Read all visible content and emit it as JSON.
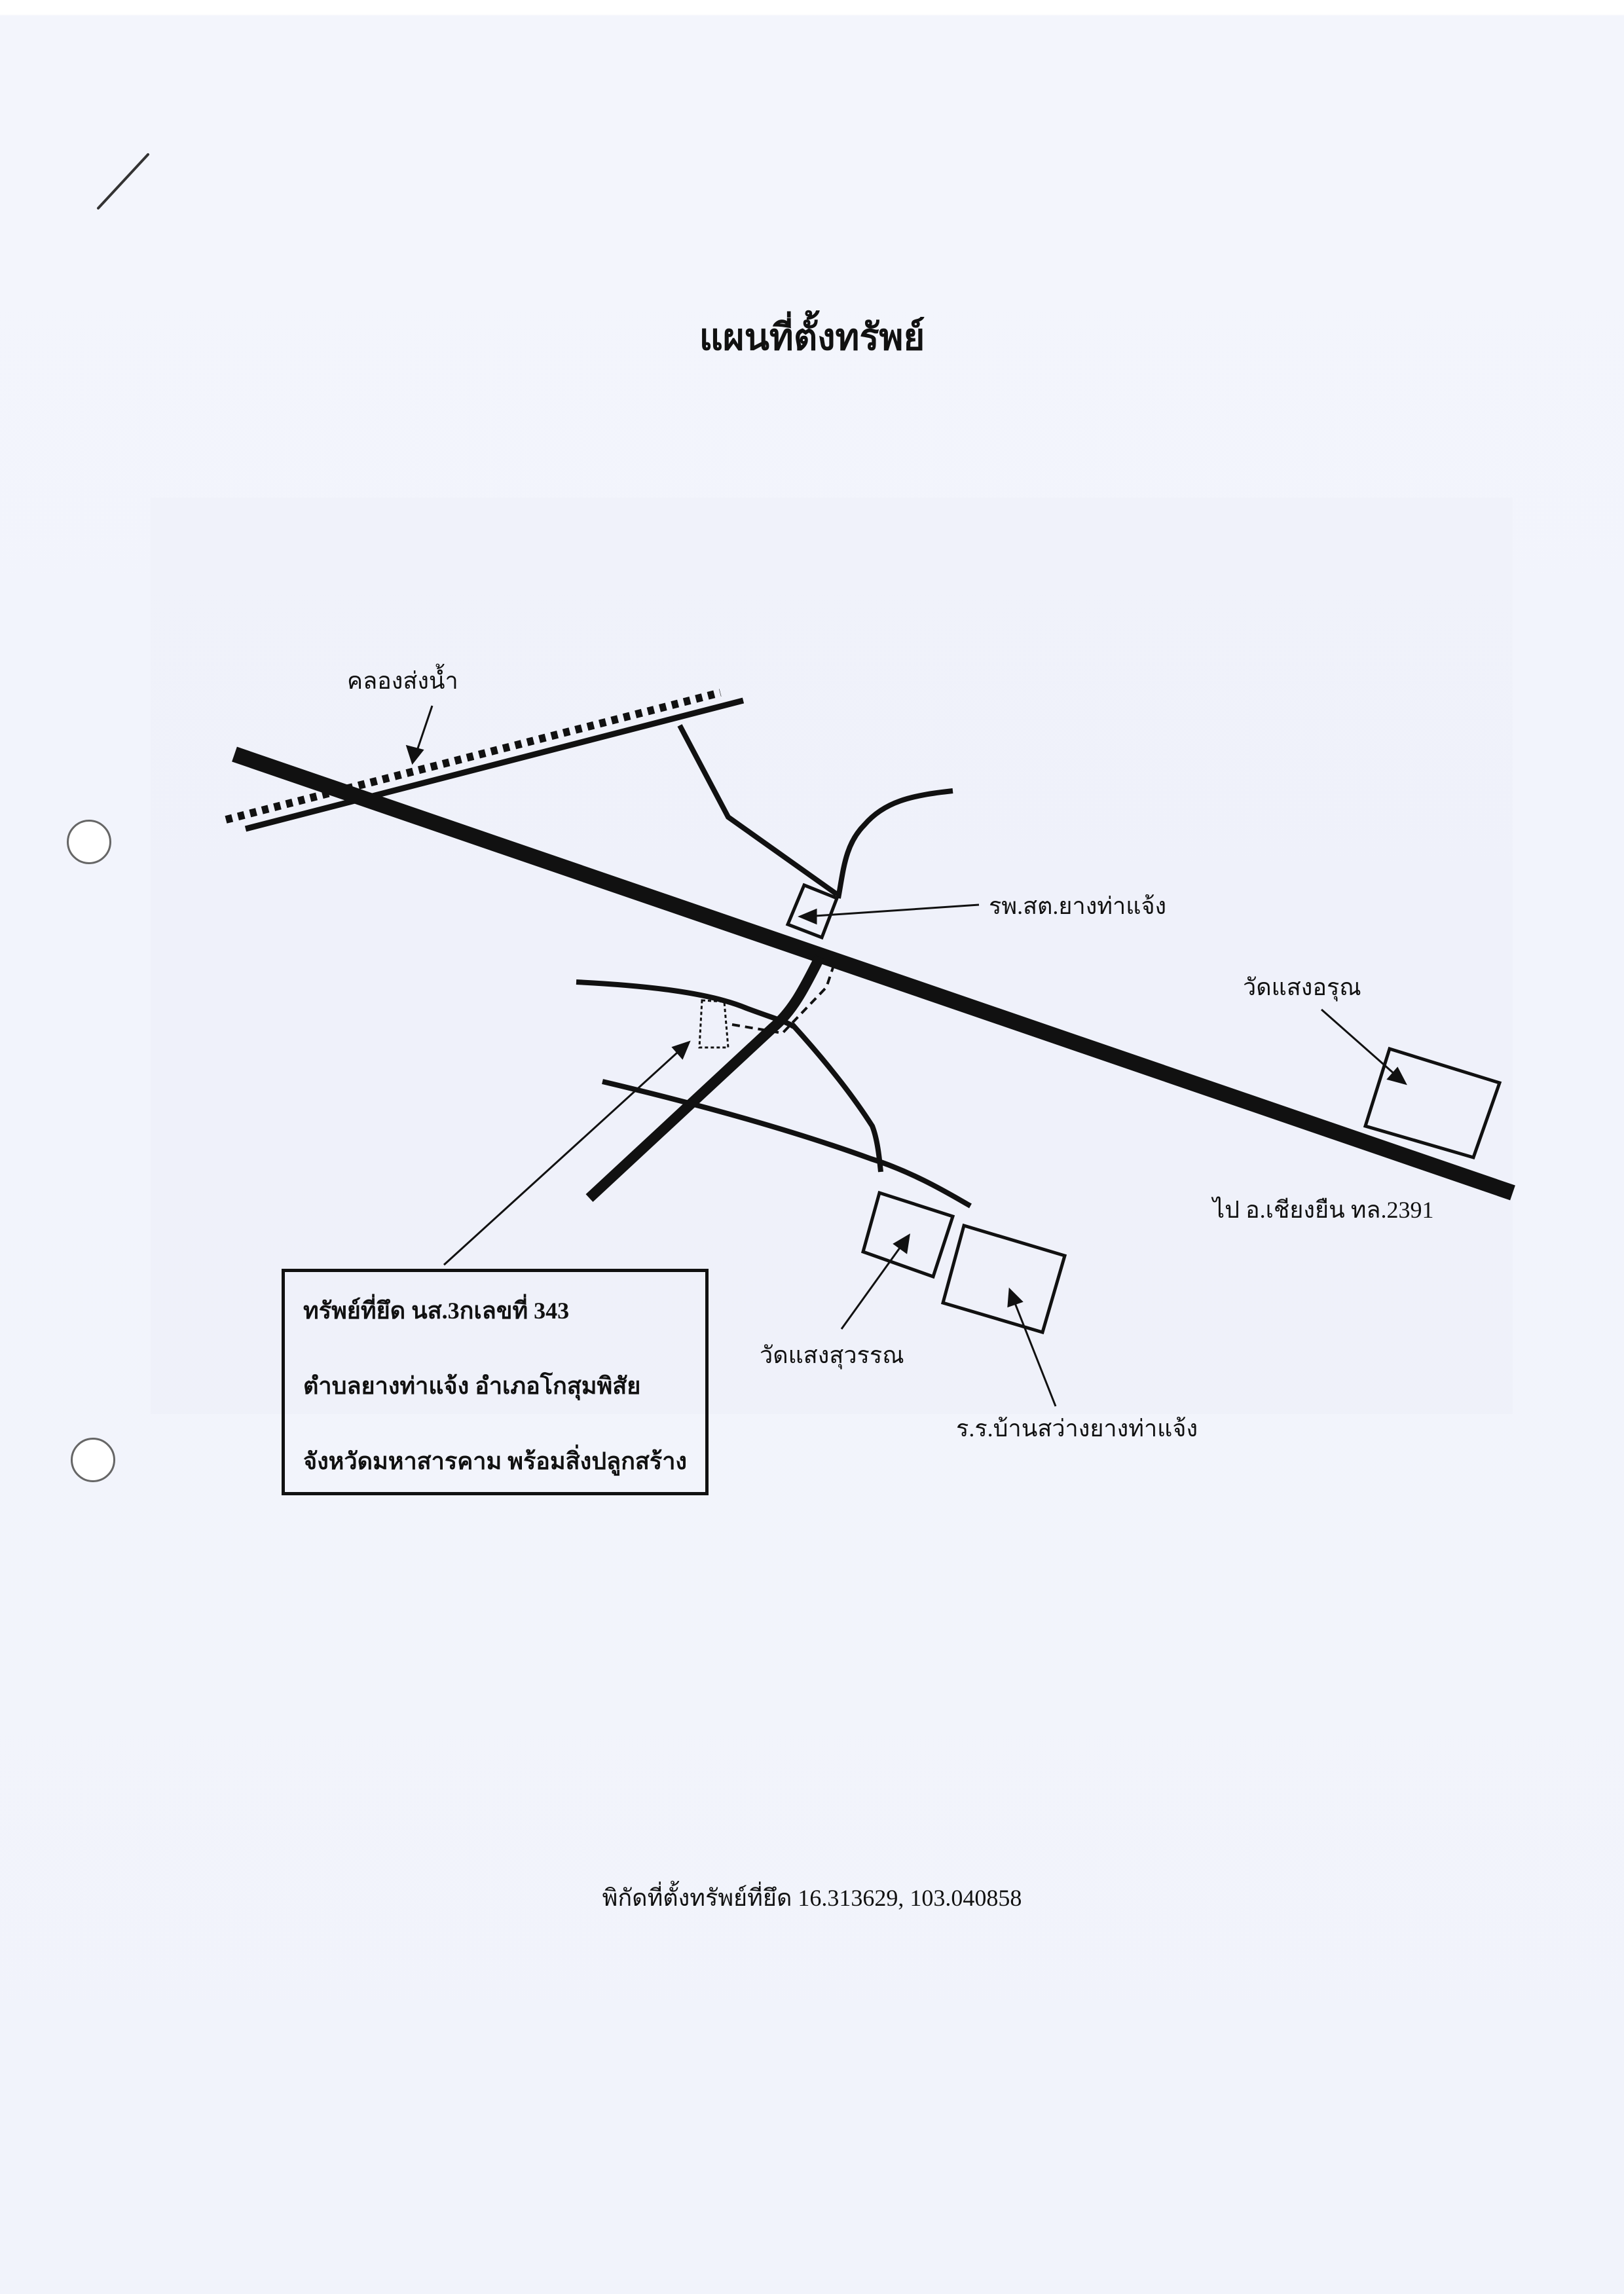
{
  "page": {
    "title": "แผนที่ตั้งทรัพย์",
    "coordinates_text": "พิกัดที่ตั้งทรัพย์ที่ยึด 16.313629, 103.040858"
  },
  "map": {
    "labels": {
      "canal": "คลองส่งน้ำ",
      "health_station": "รพ.สต.ยางท่าแจ้ง",
      "wat_saeng_arun": "วัดแสงอรุณ",
      "to_chiang_yuen": "ไป อ.เชียงยืน ทล.2391",
      "wat_saeng_suwan": "วัดแสงสุวรรณ",
      "school": "ร.ร.บ้านสว่างยางท่าแจ้ง"
    },
    "property_box": {
      "line1": "ทรัพย์ที่ยึด นส.3กเลขที่  343",
      "line2": "ตำบลยางท่าแจ้ง  อำเภอโกสุมพิสัย",
      "line3": "จังหวัดมหาสารคาม  พร้อมสิ่งปลูกสร้าง"
    }
  },
  "colors": {
    "paper": "#f2f4fb",
    "ink": "#111111"
  }
}
